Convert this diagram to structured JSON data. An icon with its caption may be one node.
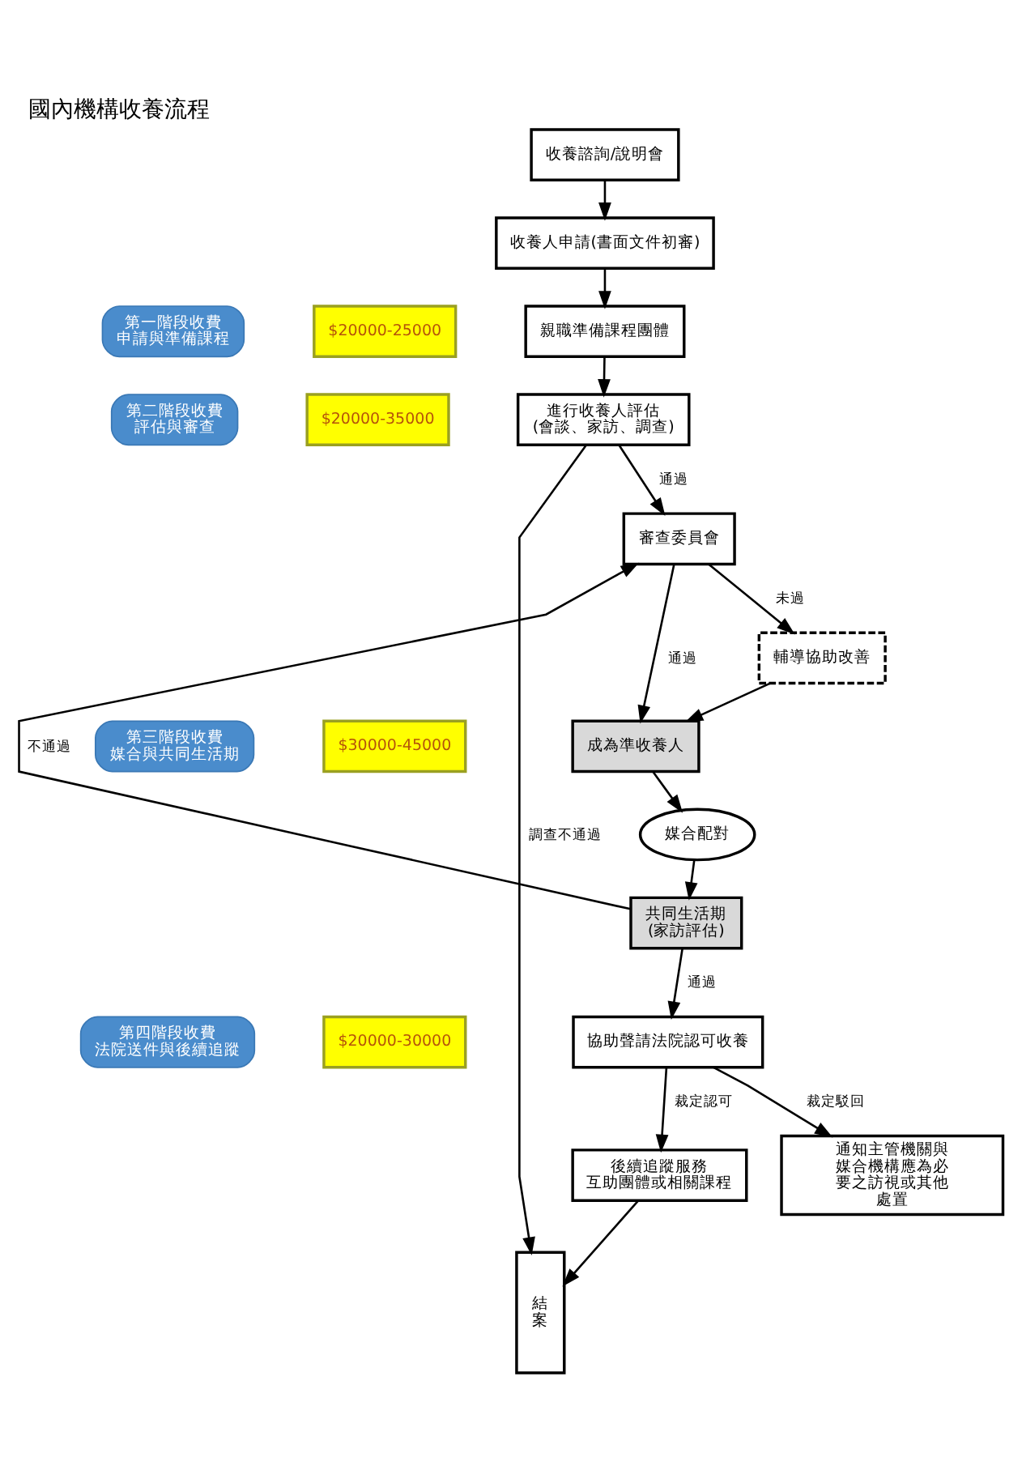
{
  "diagram": {
    "title": "國內機構收養流程",
    "nodes": [
      {
        "text": [
          "收養諮詢/說明會"
        ]
      },
      {
        "text": [
          "收養人申請(書面文件初審)"
        ]
      },
      {
        "text": [
          "親職準備課程團體"
        ]
      },
      {
        "text": [
          "進行收養人評估",
          "(會談、家訪、調查)"
        ]
      },
      {
        "text": [
          "審查委員會"
        ]
      },
      {
        "text": [
          "輔導協助改善"
        ]
      },
      {
        "text": [
          "成為準收養人"
        ]
      },
      {
        "text": [
          "媒合配對"
        ]
      },
      {
        "text": [
          "共同生活期",
          "(家訪評估)"
        ]
      },
      {
        "text": [
          "協助聲請法院認可收養"
        ]
      },
      {
        "text": [
          "通知主管機關與媒合機構應為必要之訪視或其他處置"
        ]
      },
      {
        "text": [
          "後續追蹤服務",
          "互助團體或相關課程"
        ]
      },
      {
        "text": [
          "結案"
        ]
      },
      {
        "text": [
          "第一階段收費",
          "申請與準備課程"
        ]
      },
      {
        "text": [
          "$20000-25000"
        ]
      },
      {
        "text": [
          "第二階段收費",
          "評估與審查"
        ]
      },
      {
        "text": [
          "$20000-35000"
        ]
      },
      {
        "text": [
          "第三階段收費",
          "媒合與共同生活期"
        ]
      },
      {
        "text": [
          "$30000-45000"
        ]
      },
      {
        "text": [
          "第四階段收費",
          "法院送件與後續追蹤"
        ]
      },
      {
        "text": [
          "$20000-30000"
        ]
      }
    ],
    "edges": [
      {
        "from": 0,
        "to": 1,
        "arrow": "to"
      },
      {
        "from": 1,
        "to": 2,
        "arrow": "to"
      },
      {
        "from": 2,
        "to": 3,
        "arrow": "to"
      },
      {
        "from": 3,
        "to": 4,
        "label": "通過",
        "arrow": "to"
      },
      {
        "from": 3,
        "to": 12,
        "label": "調查不通過",
        "arrow": "to"
      },
      {
        "from": 4,
        "to": 5,
        "label": "未過",
        "arrow": "to"
      },
      {
        "from": 4,
        "to": 6,
        "label": "通過",
        "arrow": "to"
      },
      {
        "from": 5,
        "to": 6,
        "arrow": "to"
      },
      {
        "from": 6,
        "to": 7,
        "arrow": "to"
      },
      {
        "from": 7,
        "to": 8,
        "arrow": "to"
      },
      {
        "from": 8,
        "to": 4,
        "label": "不通過",
        "arrow": "to"
      },
      {
        "from": 8,
        "to": 9,
        "label": "通過",
        "arrow": "to"
      },
      {
        "from": 9,
        "to": 10,
        "label": "裁定駁回",
        "arrow": "to"
      },
      {
        "from": 9,
        "to": 11,
        "label": "裁定認可",
        "arrow": "to"
      },
      {
        "from": 11,
        "to": 12,
        "arrow": "to"
      }
    ]
  }
}
